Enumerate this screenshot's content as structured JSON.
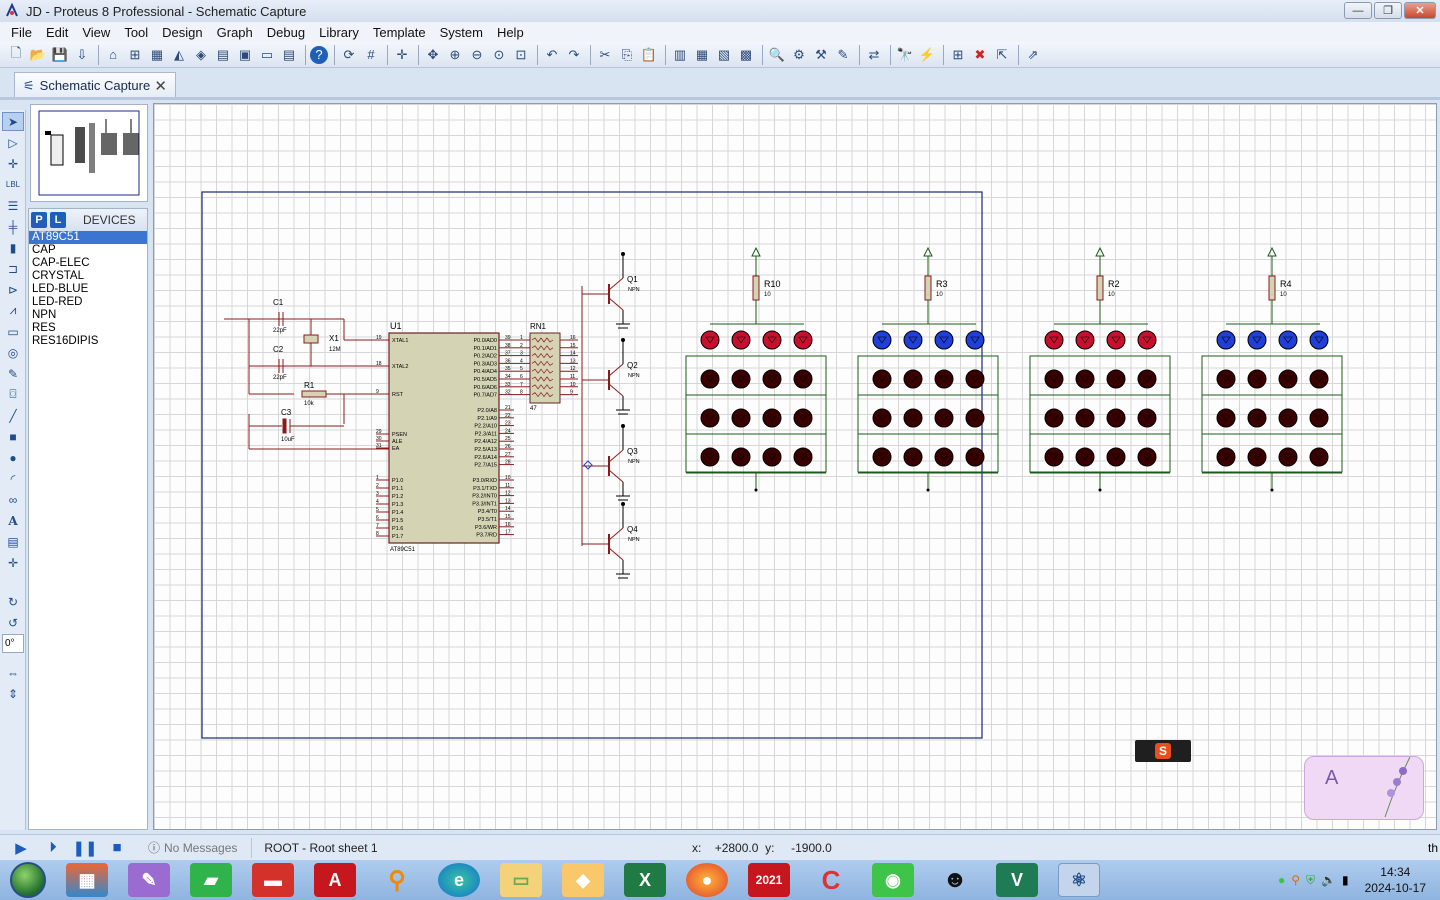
{
  "window": {
    "title": "JD - Proteus 8 Professional - Schematic Capture",
    "minimize": "—",
    "maximize": "❐",
    "close": "✕"
  },
  "menu": [
    "File",
    "Edit",
    "View",
    "Tool",
    "Design",
    "Graph",
    "Debug",
    "Library",
    "Template",
    "System",
    "Help"
  ],
  "tab": {
    "label": "Schematic Capture",
    "close": "✕"
  },
  "devices": {
    "header": "DEVICES",
    "p_button": "P",
    "l_button": "L",
    "items": [
      "AT89C51",
      "CAP",
      "CAP-ELEC",
      "CRYSTAL",
      "LED-BLUE",
      "LED-RED",
      "NPN",
      "RES",
      "RES16DIPIS"
    ],
    "selected": "AT89C51"
  },
  "left_tools": {
    "rotation": "0°"
  },
  "schematic": {
    "u1_ref": "U1",
    "u1_part": "AT89C51",
    "c1": "C1",
    "c1_val": "22pF",
    "c2": "C2",
    "c2_val": "22pF",
    "x1": "X1",
    "x1_val": "12M",
    "r1": "R1",
    "r1_val": "10k",
    "c3": "C3",
    "c3_val": "10uF",
    "rn1": "RN1",
    "rn1_val": "47",
    "q": [
      {
        "ref": "Q1",
        "type": "NPN"
      },
      {
        "ref": "Q2",
        "type": "NPN"
      },
      {
        "ref": "Q3",
        "type": "NPN"
      },
      {
        "ref": "Q4",
        "type": "NPN"
      }
    ],
    "r": [
      {
        "ref": "R10",
        "val": "10"
      },
      {
        "ref": "R3",
        "val": "10"
      },
      {
        "ref": "R2",
        "val": "10"
      },
      {
        "ref": "R4",
        "val": "10"
      }
    ],
    "led_colors": [
      "#c8102e",
      "#1f3fd8",
      "#c8102e",
      "#1f3fd8"
    ],
    "left_pins": [
      "XTAL1",
      "XTAL2",
      "RST",
      "PSEN",
      "ALE",
      "EA",
      "P1.0",
      "P1.1",
      "P1.2",
      "P1.3",
      "P1.4",
      "P1.5",
      "P1.6",
      "P1.7"
    ],
    "left_pin_nums": [
      "19",
      "18",
      "9",
      "29",
      "30",
      "31",
      "1",
      "2",
      "3",
      "4",
      "5",
      "6",
      "7",
      "8"
    ],
    "right_pins": [
      "P0.0/AD0",
      "P0.1/AD1",
      "P0.2/AD2",
      "P0.3/AD3",
      "P0.4/AD4",
      "P0.5/AD5",
      "P0.6/AD6",
      "P0.7/AD7",
      "P2.0/A8",
      "P2.1/A9",
      "P2.2/A10",
      "P2.3/A11",
      "P2.4/A12",
      "P2.5/A13",
      "P2.6/A14",
      "P2.7/A15",
      "P3.0/RXD",
      "P3.1/TXD",
      "P3.2/INT0",
      "P3.3/INT1",
      "P3.4/T0",
      "P3.5/T1",
      "P3.6/WR",
      "P3.7/RD"
    ],
    "right_pin_nums": [
      "39",
      "38",
      "37",
      "36",
      "35",
      "34",
      "33",
      "32",
      "21",
      "22",
      "23",
      "24",
      "25",
      "26",
      "27",
      "28",
      "10",
      "11",
      "12",
      "13",
      "14",
      "15",
      "16",
      "17"
    ],
    "rn_pins": [
      "1",
      "2",
      "3",
      "4",
      "5",
      "6",
      "7",
      "8"
    ],
    "rn_pins_r": [
      "16",
      "15",
      "14",
      "13",
      "12",
      "11",
      "10",
      "9"
    ]
  },
  "status": {
    "messages": "No Messages",
    "sheet": "ROOT - Root sheet 1",
    "x_label": "x:",
    "x_value": "+2800.0",
    "y_label": "y:",
    "y_value": "-1900.0",
    "th": "th"
  },
  "taskbar": {
    "time": "14:34",
    "date": "2024-10-17",
    "sw_badge": "2021",
    "ime_letter": "A",
    "sogou": "S"
  }
}
